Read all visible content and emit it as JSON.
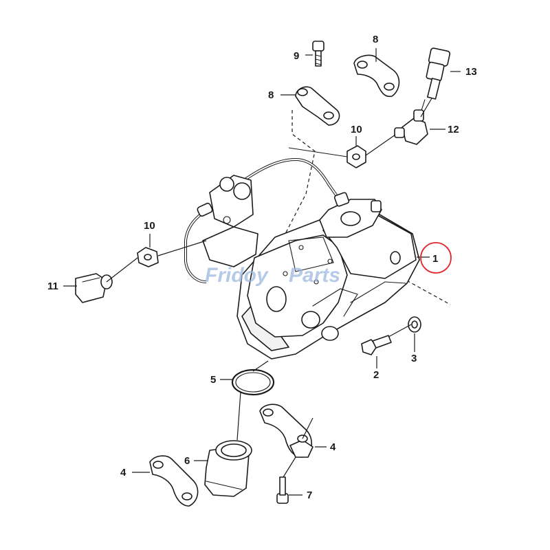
{
  "diagram": {
    "watermark": {
      "text_left": "Fridoy",
      "text_right": "Parts"
    },
    "callouts": {
      "c1": "1",
      "c2": "2",
      "c3": "3",
      "c4a": "4",
      "c4b": "4",
      "c5": "5",
      "c6": "6",
      "c7": "7",
      "c8a": "8",
      "c8b": "8",
      "c9": "9",
      "c10a": "10",
      "c10b": "10",
      "c11": "11",
      "c12": "12",
      "c13": "13"
    },
    "highlight_color": "#e0262b",
    "line_color": "#1a1a1a"
  }
}
